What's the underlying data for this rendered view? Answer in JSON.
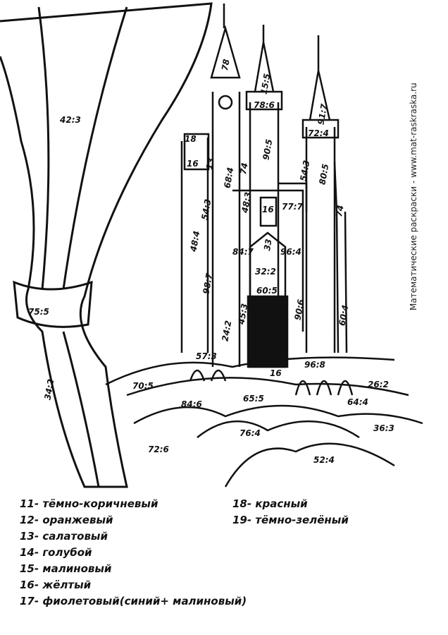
{
  "watermark": "Математические раскраски - www.mat-raskraska.ru",
  "labels": [
    "42:3",
    "75:5",
    "34:2",
    "72:6",
    "78",
    "15:5",
    "78:6",
    "91:7",
    "72:4",
    "18",
    "16",
    "13",
    "68:4",
    "74",
    "90:5",
    "54:3",
    "80:5",
    "77:7",
    "48:3",
    "54:3",
    "16",
    "74",
    "48:4",
    "84:7",
    "33",
    "96:4",
    "32:2",
    "60:5",
    "98:7",
    "45:3",
    "90:6",
    "60:4",
    "24:2",
    "57:3",
    "16",
    "96:8",
    "70:5",
    "26:2",
    "84:6",
    "65:5",
    "64:4",
    "76:4",
    "36:3",
    "52:4"
  ],
  "legend": [
    "11- тёмно-коричневый",
    "12- оранжевый",
    "13- салатовый",
    "14- голубой",
    "15- малиновый",
    "16- жёлтый",
    "17- фиолетовый(синий+ малиновый)",
    "18- красный",
    "19- тёмно-зелёный"
  ]
}
